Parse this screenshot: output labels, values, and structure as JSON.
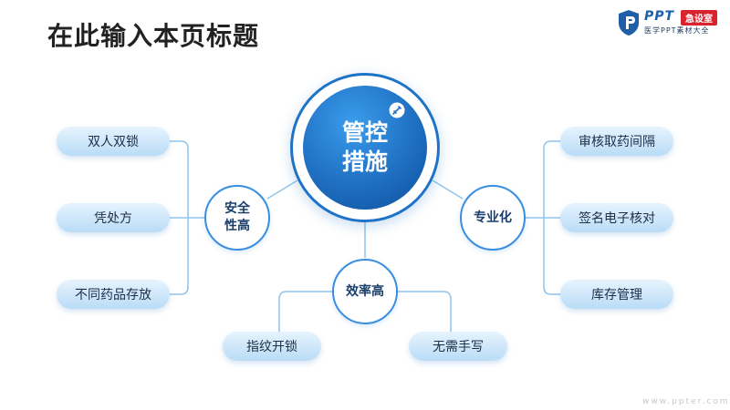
{
  "page": {
    "title": "在此输入本页标题"
  },
  "logo": {
    "ppt": "PPT",
    "badge": "急设室",
    "sub": "医学PPT素材大全"
  },
  "center": {
    "label": "管控\n措施",
    "icon": "needle-icon"
  },
  "hubs": {
    "safety": "安全\n性高",
    "professional": "专业化",
    "efficiency": "效率高"
  },
  "safety_items": [
    "双人双锁",
    "凭处方",
    "不同药品存放"
  ],
  "professional_items": [
    "审核取药间隔",
    "签名电子核对",
    "库存管理"
  ],
  "efficiency_items": [
    "指纹开锁",
    "无需手写"
  ],
  "watermark": "www.ppter.com",
  "colors": {
    "accent": "#1f73c7",
    "line": "#8fc4ec",
    "pill": "#cfe7fa"
  }
}
